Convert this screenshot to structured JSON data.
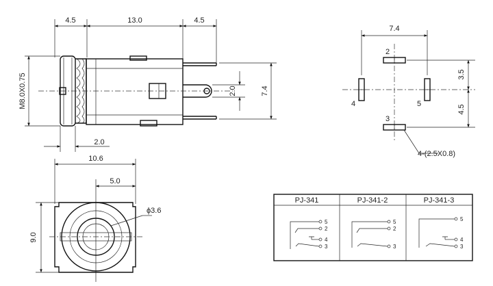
{
  "side_view": {
    "dims_top": [
      "4.5",
      "13.0",
      "4.5"
    ],
    "thread_label": "M8.0X0.75",
    "bottom_dim": "2.0",
    "pin_dim_small": "2.0",
    "height_dim": "7.4"
  },
  "pcb_view": {
    "width_dim": "7.4",
    "upper_dim": "3.5",
    "lower_dim": "4.5",
    "pin_labels": [
      "2",
      "4",
      "5",
      "3"
    ],
    "pad_note": "4-(2.5X0.8)"
  },
  "front_view": {
    "width_dim": "10.6",
    "half_width_dim": "5.0",
    "height_dim": "9.0",
    "hole_dim": "ϕ3.6"
  },
  "schematic_table": {
    "headers": [
      "PJ-341",
      "PJ-341-2",
      "PJ-341-3"
    ],
    "pins": [
      [
        "5",
        "2",
        "4",
        "3"
      ],
      [
        "5",
        "2",
        "3"
      ],
      [
        "5",
        "4",
        "3"
      ]
    ]
  }
}
